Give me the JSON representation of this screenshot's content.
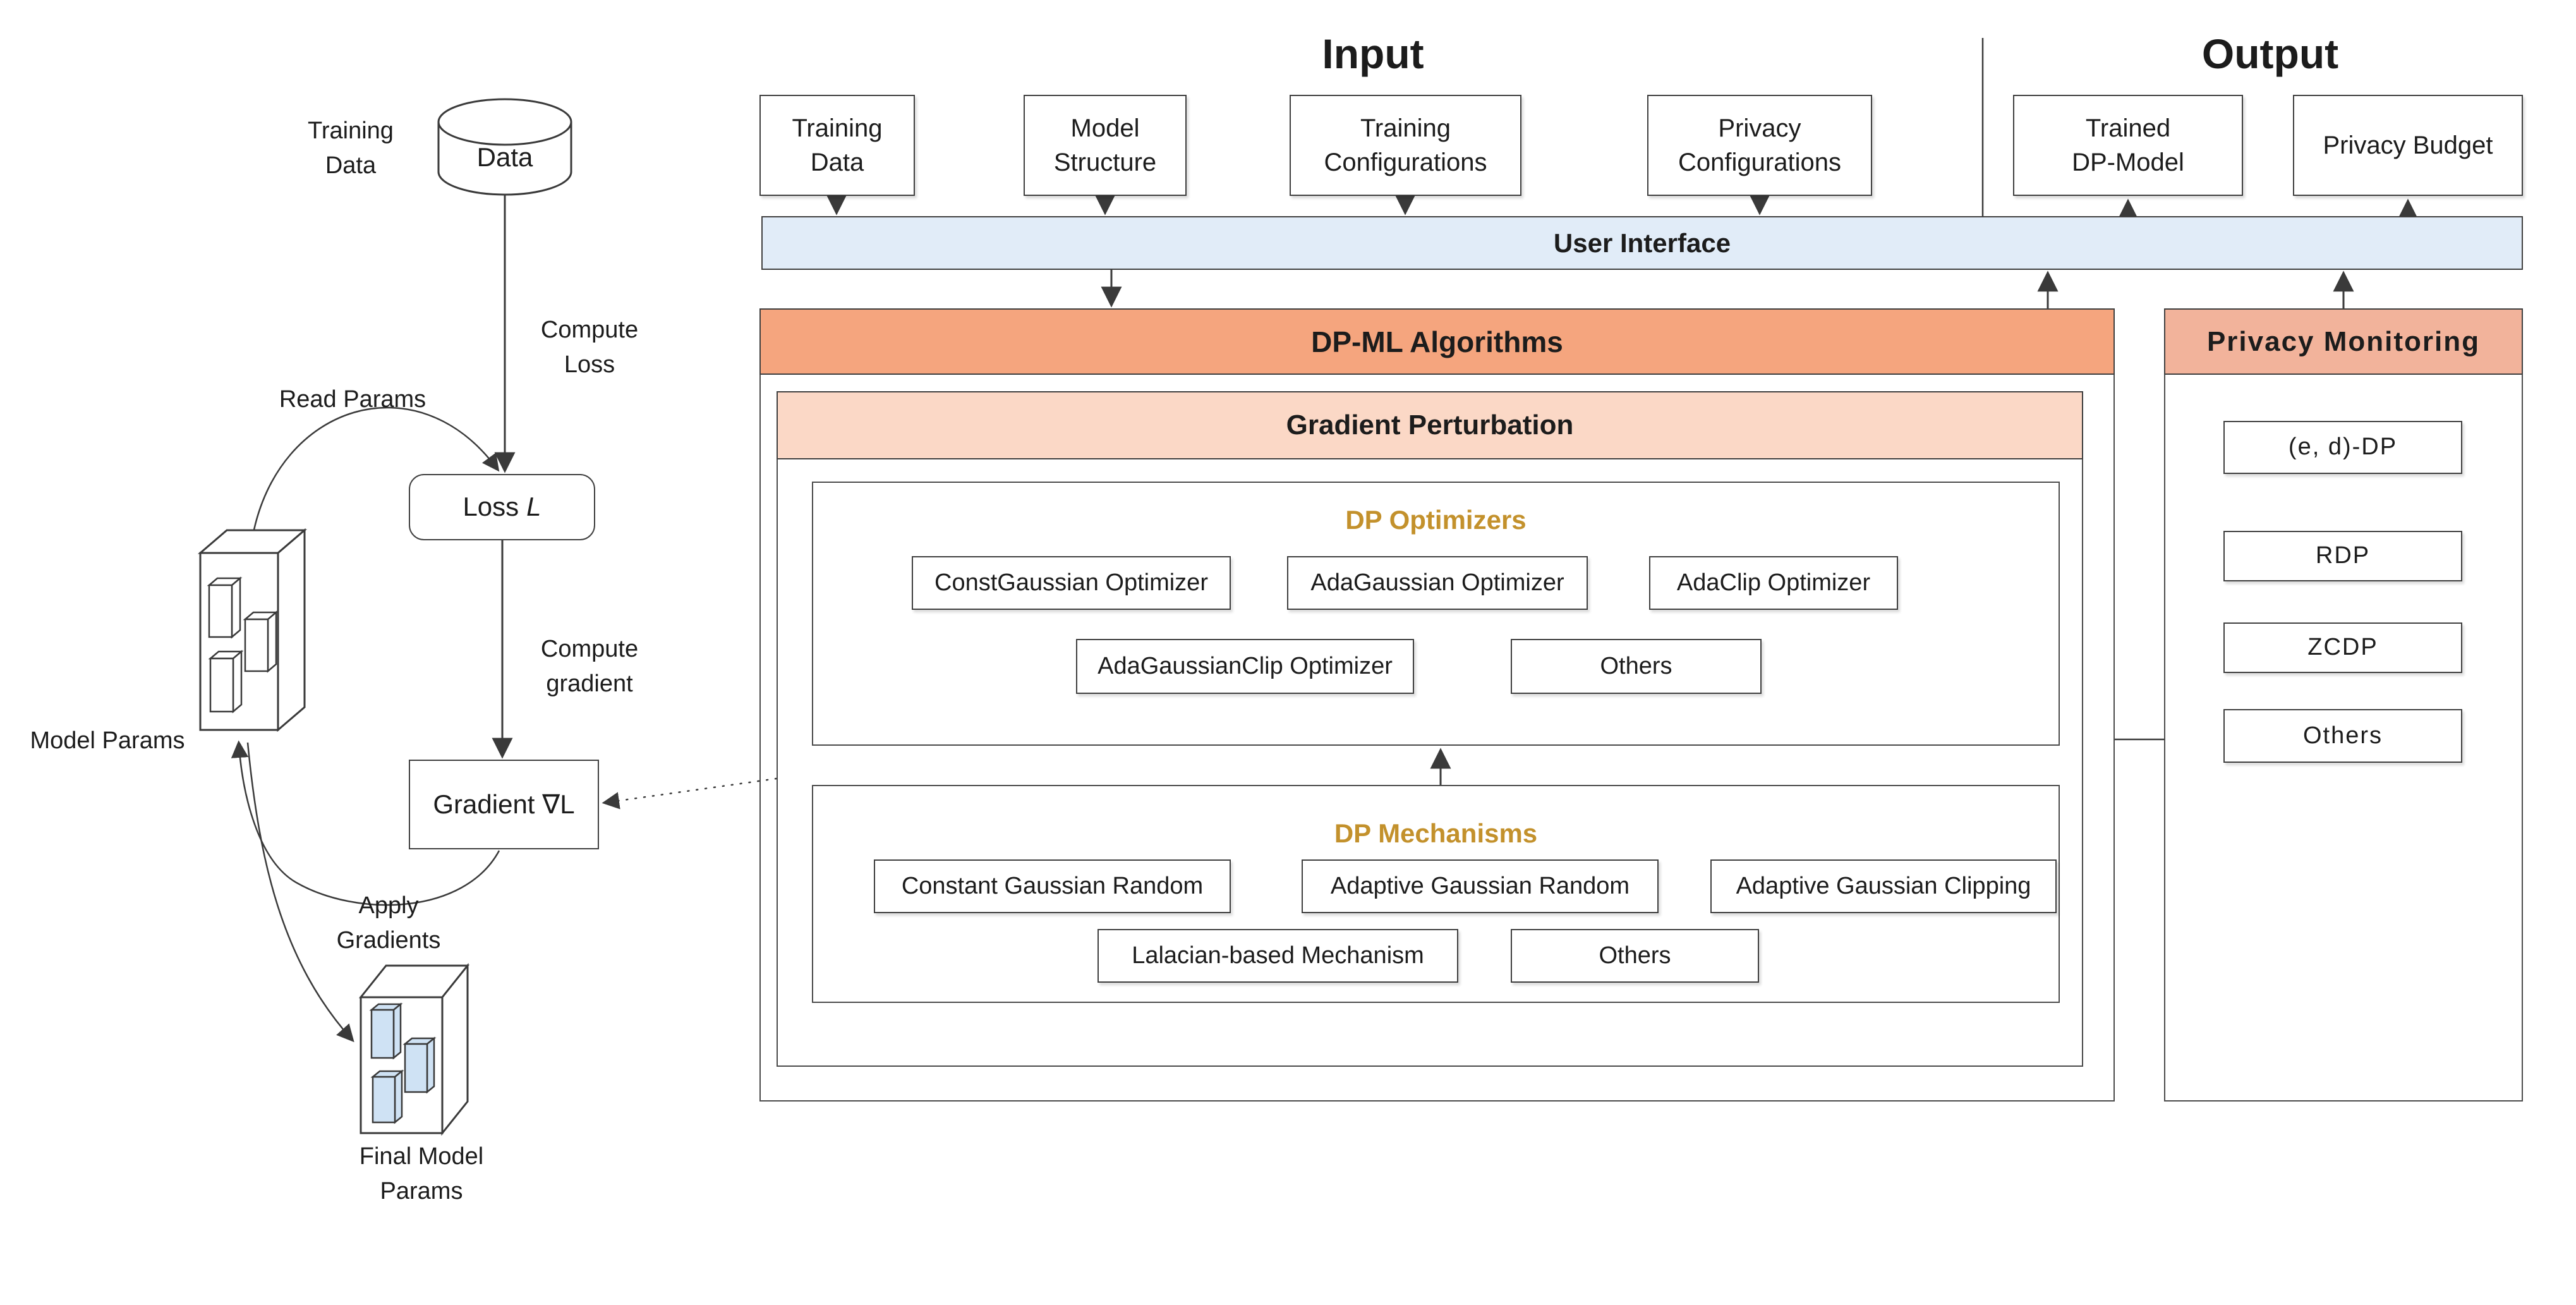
{
  "input": {
    "title": "Input",
    "boxes": [
      {
        "label": "Training\nData"
      },
      {
        "label": "Model\nStructure"
      },
      {
        "label": "Training\nConfigurations"
      },
      {
        "label": "Privacy\nConfigurations"
      }
    ]
  },
  "output": {
    "title": "Output",
    "boxes": [
      {
        "label": "Trained\nDP-Model"
      },
      {
        "label": "Privacy Budget"
      }
    ]
  },
  "user_interface": {
    "label": "User Interface"
  },
  "dp_ml": {
    "header": "DP-ML Algorithms",
    "gradient_perturbation": {
      "header": "Gradient Perturbation"
    },
    "optimizers": {
      "title": "DP Optimizers",
      "items": [
        "ConstGaussian Optimizer",
        "AdaGaussian Optimizer",
        "AdaClip Optimizer",
        "AdaGaussianClip Optimizer",
        "Others"
      ]
    },
    "mechanisms": {
      "title": "DP Mechanisms",
      "items": [
        "Constant Gaussian Random",
        "Adaptive Gaussian Random",
        "Adaptive Gaussian Clipping",
        "Lalacian-based Mechanism",
        "Others"
      ]
    }
  },
  "privacy_monitoring": {
    "header": "Privacy Monitoring",
    "items": [
      "(e, d)-DP",
      "RDP",
      "ZCDP",
      "Others"
    ]
  },
  "flowchart": {
    "training_data": "Training\nData",
    "data": "Data",
    "compute_loss": "Compute\nLoss",
    "read_params": "Read Params",
    "loss_word": "Loss",
    "loss_symbol": "L",
    "compute_gradient": "Compute\ngradient",
    "gradient": "Gradient ∇L",
    "model_params": "Model Params",
    "apply_gradients": "Apply\nGradients",
    "final_model_params": "Final Model\nParams"
  },
  "colors": {
    "ui_bar": "#e1ecf8",
    "dpml_header": "#f5a57e",
    "gp_header": "#fbd8c6",
    "pm_header": "#f2b39b",
    "gold": "#c3912c",
    "cube_blue": "#cfe2f4",
    "line": "#3a3a3a",
    "border": "#3f3f3f",
    "text": "#1c1c1c"
  }
}
